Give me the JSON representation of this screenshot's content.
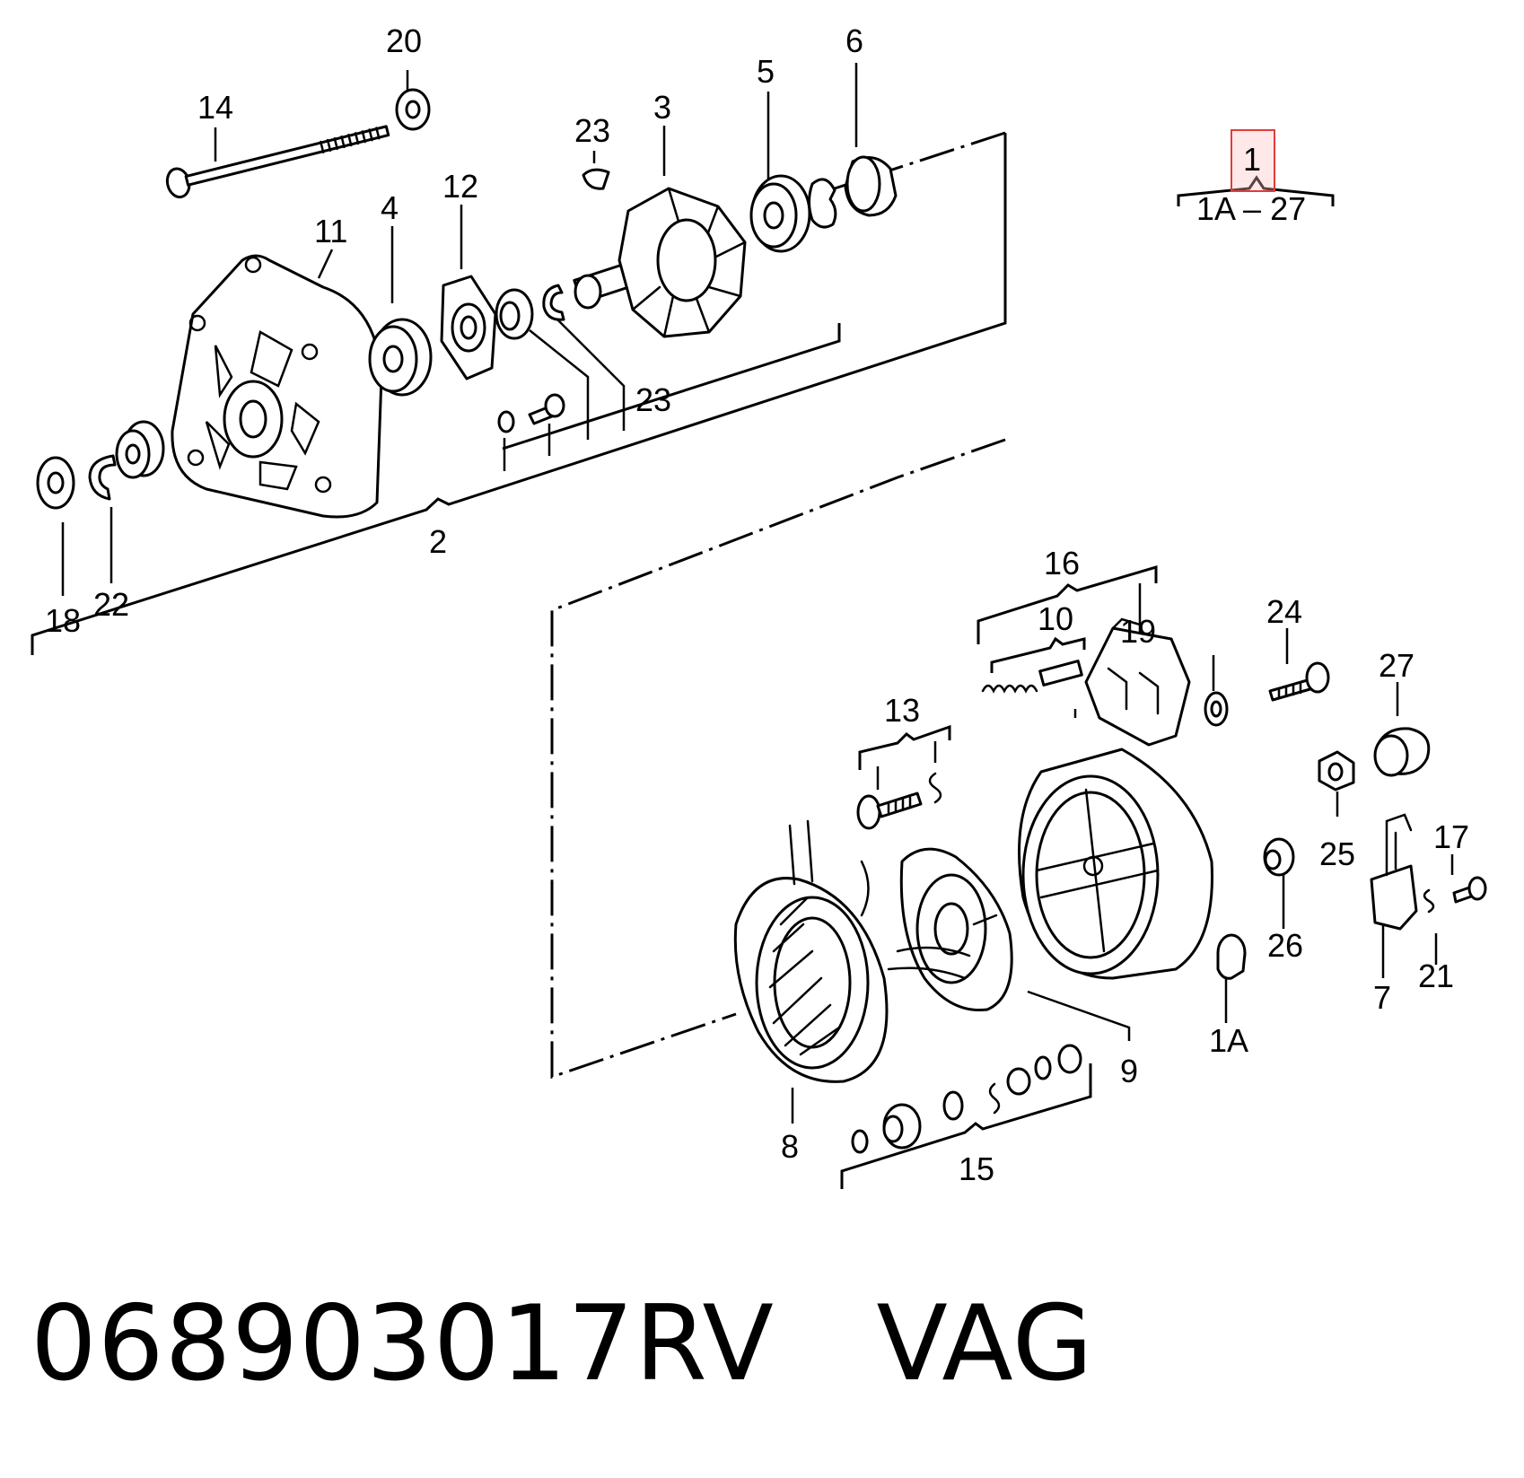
{
  "labels": {
    "p1": "1",
    "p1A_27": "1A – 27",
    "p2": "2",
    "p3": "3",
    "p4": "4",
    "p5": "5",
    "p6": "6",
    "p7": "7",
    "p8": "8",
    "p9": "9",
    "p10": "10",
    "p11": "11",
    "p12": "12",
    "p13": "13",
    "p14": "14",
    "p15": "15",
    "p16": "16",
    "p17": "17",
    "p18": "18",
    "p19": "19",
    "p20": "20",
    "p21": "21",
    "p22": "22",
    "p23a": "23",
    "p23b": "23",
    "p24": "24",
    "p25": "25",
    "p26": "26",
    "p27": "27",
    "p1A": "1A"
  },
  "footer": {
    "part_number": "068903017RV",
    "brand": "VAG"
  },
  "selected_item": "1",
  "colors": {
    "highlight": "#e23b3b",
    "ink": "#000000",
    "background": "#ffffff"
  }
}
